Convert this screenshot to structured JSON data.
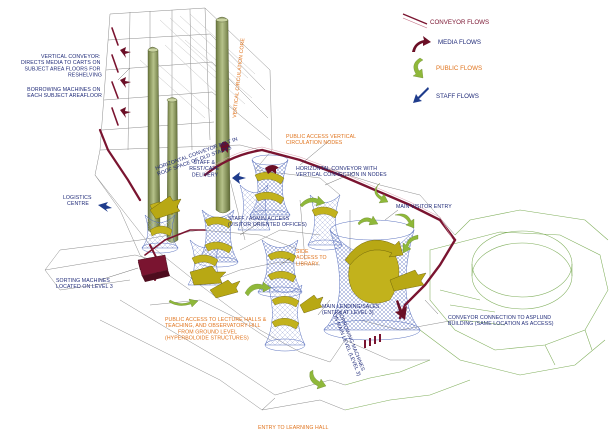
{
  "legend": [
    {
      "label": "CONVEYOR FLOWS",
      "color": "#7a1430",
      "text_color": "#7a1430",
      "icon": "conveyor-flow-icon"
    },
    {
      "label": "MEDIA FLOWS",
      "color": "#6b0f26",
      "text_color": "#1f2a78",
      "icon": "media-flow-arrow-icon"
    },
    {
      "label": "PUBLIC FLOWS",
      "color": "#8fb83a",
      "text_color": "#e0731c",
      "icon": "public-flow-arrow-icon"
    },
    {
      "label": "STAFF FLOWS",
      "color": "#1f3c8c",
      "text_color": "#1f2a78",
      "icon": "staff-flow-arrow-icon"
    }
  ],
  "annotations": {
    "vertical_conveyor": [
      "VERTICAL CONVEYOR:",
      "DIRECTS MEDIA TO CARTS ON",
      "SUBJECT AREA FLOORS FOR",
      "RESHELVING"
    ],
    "borrowing_machines": [
      "BORROWING MACHINES ON",
      "EACH SUBJECT AREAFLOOR"
    ],
    "vertical_circulation_core": "VERTICAL CIRCULATION CORE",
    "horizontal_conveyor_belt": [
      "HORIZONTAL CONVEYOR BELT IN",
      "ROOF SPACE OF OLD STACKS"
    ],
    "public_access_vertical": [
      "PUBLIC ACCESS VERTICAL",
      "CIRCULATION NODES"
    ],
    "horizontal_conveyor_nodes": [
      "HORIZONTAL CONVEYOR WITH",
      "VERTICAL CONNECTION IN NODES"
    ],
    "staff_rest_cafe": [
      "STAFF &",
      "REST/CAFE",
      "DELIVERY"
    ],
    "logistics_centre": [
      "LOGISTICS",
      "CENTRE"
    ],
    "staff_admin_access": [
      "STAFF / ADMIN ACCESS",
      "(VISITOR ORIENTED OFFICES)"
    ],
    "main_visitor_entry": "MAIN VISITOR ENTRY",
    "side_access_library": [
      "SIDE",
      "ACCESS TO",
      "LIBRARY"
    ],
    "sorting_machines": [
      "SORTING MACHINES",
      "LOCATED ON LEVEL 3"
    ],
    "main_lending": [
      "MAIN LENDING/SALES",
      "(ENTRY AT LEVEL 3)"
    ],
    "borrowing_machines_level3": [
      "BORROWING MACHINES",
      "ON MAIN LEVEL (LEVEL 3)"
    ],
    "conveyor_connection": [
      "CONVEYOR CONNECTION TO ASPLUND",
      "BUILDING (SAME LOCATION AS ACCESS)"
    ],
    "public_access_lecture": [
      "PUBLIC ACCESS TO LECTURE HALLS &",
      "TEACHING, AND OBSERVATORY HILL",
      "FROM GROUND LEVEL",
      "(HYPERBOLOIDE STRUCTURES)"
    ],
    "entry_learning_hall": "ENTRY TO LEARNING HALL"
  }
}
